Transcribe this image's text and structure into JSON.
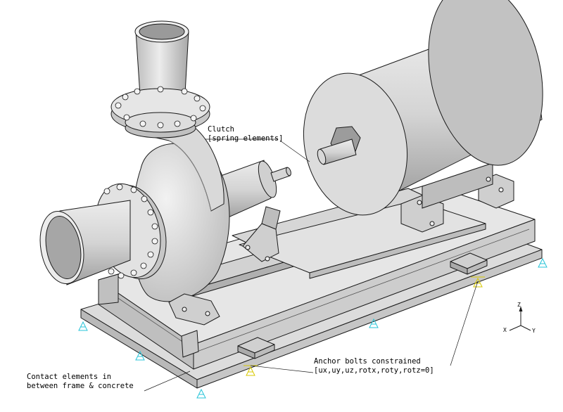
{
  "annotations": {
    "clutch_line1": "Clutch",
    "clutch_line2": "[spring elements]",
    "anchor_line1": "Anchor bolts constrained",
    "anchor_line2": "[ux,uy,uz,rotx,roty,rotz=0]",
    "contact_line1": "Contact elements in",
    "contact_line2": "between frame & concrete"
  },
  "triad": {
    "z": "Z",
    "x": "X",
    "y": "Y"
  },
  "colors": {
    "metal_light": "#e4e4e4",
    "metal_mid": "#cfcfcf",
    "metal_dark": "#a9a9a9",
    "edge": "#1a1a1a",
    "constraint_cyan": "#27c4d8",
    "constraint_yellow": "#d8c800"
  },
  "icons": [
    "displacement-constraint-icon",
    "coordinate-triad-icon"
  ]
}
